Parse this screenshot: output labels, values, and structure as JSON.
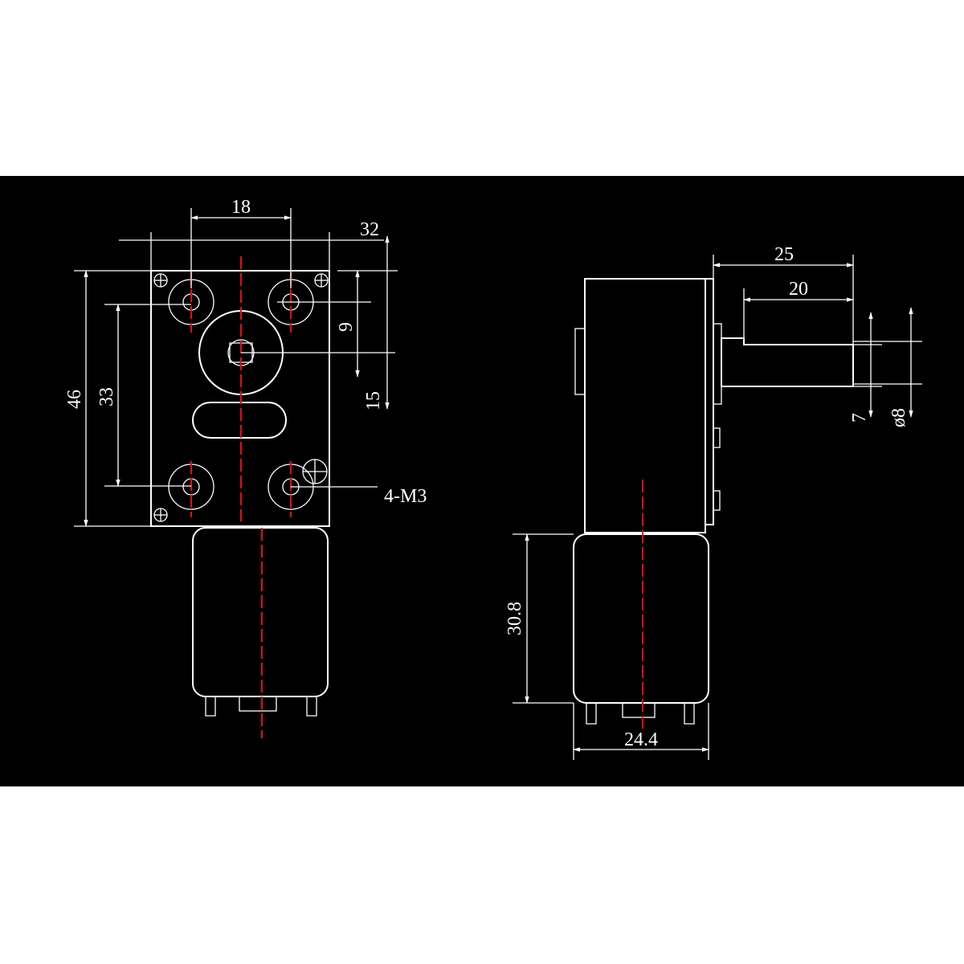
{
  "colors": {
    "background": "#000000",
    "outer_margin": "#ffffff",
    "line": "#ffffff",
    "centerline": "#e01010"
  },
  "front_view": {
    "dimensions": {
      "top_holes": "18",
      "width": "32",
      "shaft_offset": "9",
      "shaft_to_top": "15",
      "height": "46",
      "hole_spacing": "33"
    },
    "thread_callout": "4-M3"
  },
  "side_view": {
    "dimensions": {
      "shaft_length": "25",
      "shaft_flat": "20",
      "flat_depth": "7",
      "shaft_dia": "ø8",
      "motor_length": "30.8",
      "motor_dia": "24.4"
    }
  }
}
